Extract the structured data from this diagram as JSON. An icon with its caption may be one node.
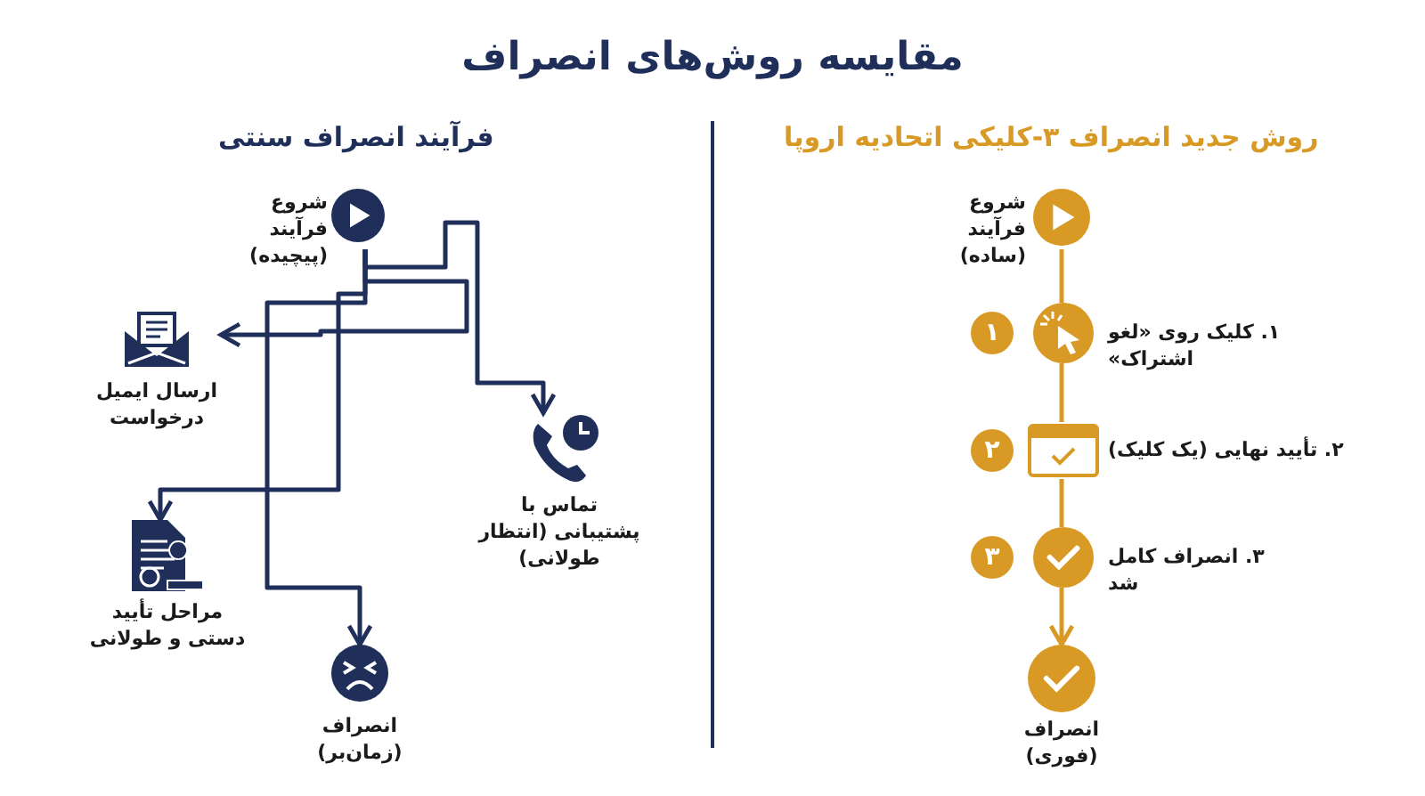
{
  "diagram": {
    "title": "مقایسه روش‌های انصراف",
    "nodes": [
      {
        "text": [
          "شروع فرآیند (پیچیده)"
        ]
      },
      {
        "text": [
          "ارسال ایمیل درخواست"
        ]
      },
      {
        "text": [
          "تماس با پشتیبانی (انتظار طولانی)"
        ]
      },
      {
        "text": [
          "مراحل تأیید دستی و طولانی"
        ]
      },
      {
        "text": [
          "انصراف (زمان‌بر)"
        ]
      },
      {
        "text": [
          "شروع فرآیند (ساده)"
        ]
      },
      {
        "text": [
          "۱"
        ]
      },
      {
        "text": [
          "۱. کلیک روی «لغو اشتراک»"
        ]
      },
      {
        "text": [
          "۲"
        ]
      },
      {
        "text": [
          "۲. تأیید نهایی (یک کلیک)"
        ]
      },
      {
        "text": [
          "۳"
        ]
      },
      {
        "text": [
          "۳. انصراف کامل شد"
        ]
      },
      {
        "text": [
          "انصراف (فوری)"
        ]
      }
    ],
    "edges": [
      {
        "from": 0,
        "to": 1,
        "arrow": "to",
        "color": "#1f2f5a"
      },
      {
        "from": 0,
        "to": 2,
        "arrow": "to",
        "color": "#1f2f5a"
      },
      {
        "from": 0,
        "to": 3,
        "arrow": "to",
        "color": "#1f2f5a"
      },
      {
        "from": 0,
        "to": 4,
        "arrow": "to",
        "color": "#1f2f5a"
      },
      {
        "from": 5,
        "to": 7,
        "arrow": "none",
        "color": "#d99a25"
      },
      {
        "from": 7,
        "to": 9,
        "arrow": "none",
        "color": "#d99a25"
      },
      {
        "from": 9,
        "to": 11,
        "arrow": "none",
        "color": "#d99a25"
      },
      {
        "from": 11,
        "to": 12,
        "arrow": "to",
        "color": "#d99a25"
      }
    ],
    "labels": [
      "فرآیند انصراف سنتی",
      "روش جدید انصراف ۳-کلیکی اتحادیه اروپا"
    ]
  }
}
